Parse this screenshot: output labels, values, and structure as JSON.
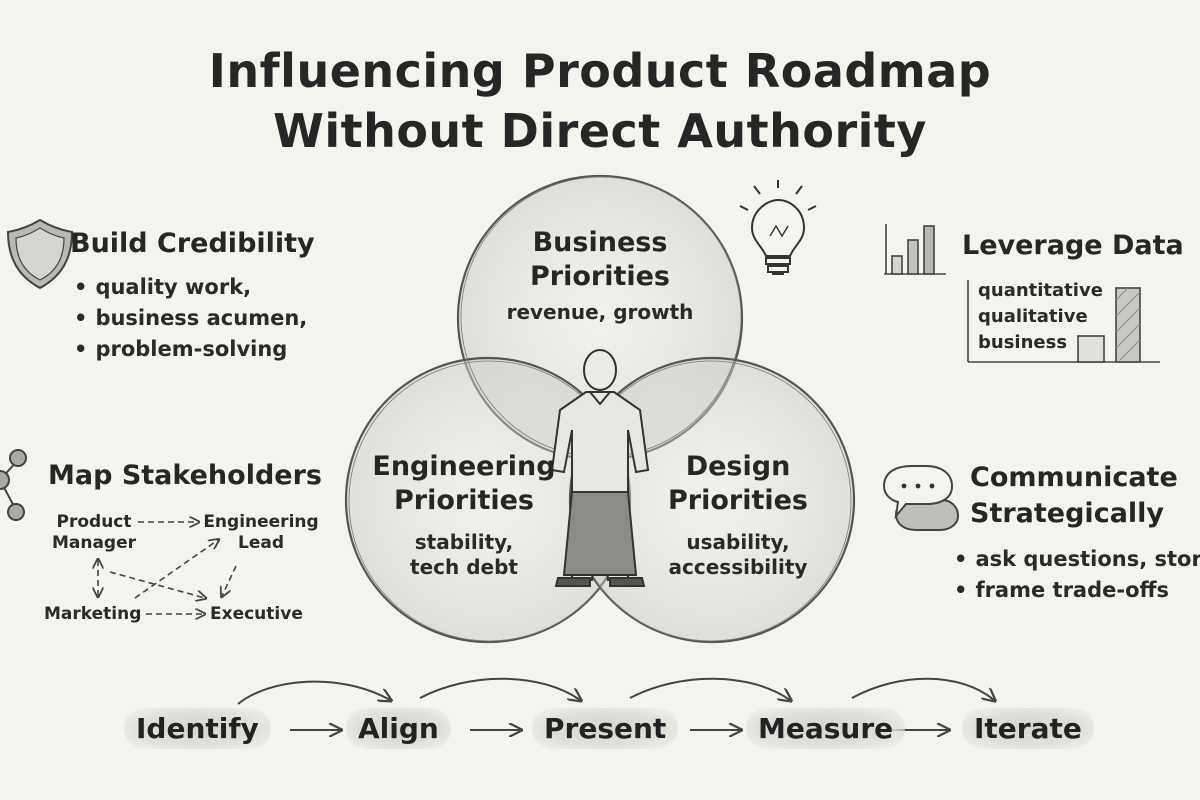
{
  "title": {
    "line1": "Influencing Product Roadmap",
    "line2": "Without Direct Authority"
  },
  "credibility": {
    "heading": "Build Credibility",
    "icon": "shield-icon",
    "items": [
      "quality work,",
      "business acumen,",
      "problem-solving"
    ]
  },
  "stakeholders": {
    "heading": "Map Stakeholders",
    "icon": "network-icon",
    "nodes": {
      "product_manager": [
        "Product",
        "Manager"
      ],
      "engineering_lead": [
        "Engineering",
        "Lead"
      ],
      "marketing": "Marketing",
      "executive": "Executive"
    }
  },
  "venn": {
    "business": {
      "title": [
        "Business",
        "Priorities"
      ],
      "sub": [
        "revenue, growth"
      ]
    },
    "engineering": {
      "title": [
        "Engineering",
        "Priorities"
      ],
      "sub": [
        "stability,",
        "tech debt"
      ]
    },
    "design": {
      "title": [
        "Design",
        "Priorities"
      ],
      "sub": [
        "usability,",
        "accessibility"
      ]
    },
    "icons": [
      "lightbulb-icon",
      "person-icon"
    ]
  },
  "leverage": {
    "heading": "Leverage Data",
    "icon": "bar-chart-icon",
    "items": [
      "quantitative",
      "qualitative",
      "business"
    ]
  },
  "communicate": {
    "heading": [
      "Communicate",
      "Strategically"
    ],
    "icon": "speech-bubbles-icon",
    "items": [
      "ask questions, storyt",
      "frame trade-offs"
    ]
  },
  "process": {
    "steps": [
      "Identify",
      "Align",
      "Present",
      "Measure",
      "Iterate"
    ]
  },
  "colors": {
    "background": "#f4f3ee",
    "ink": "#262626",
    "pencil": "#555555"
  }
}
